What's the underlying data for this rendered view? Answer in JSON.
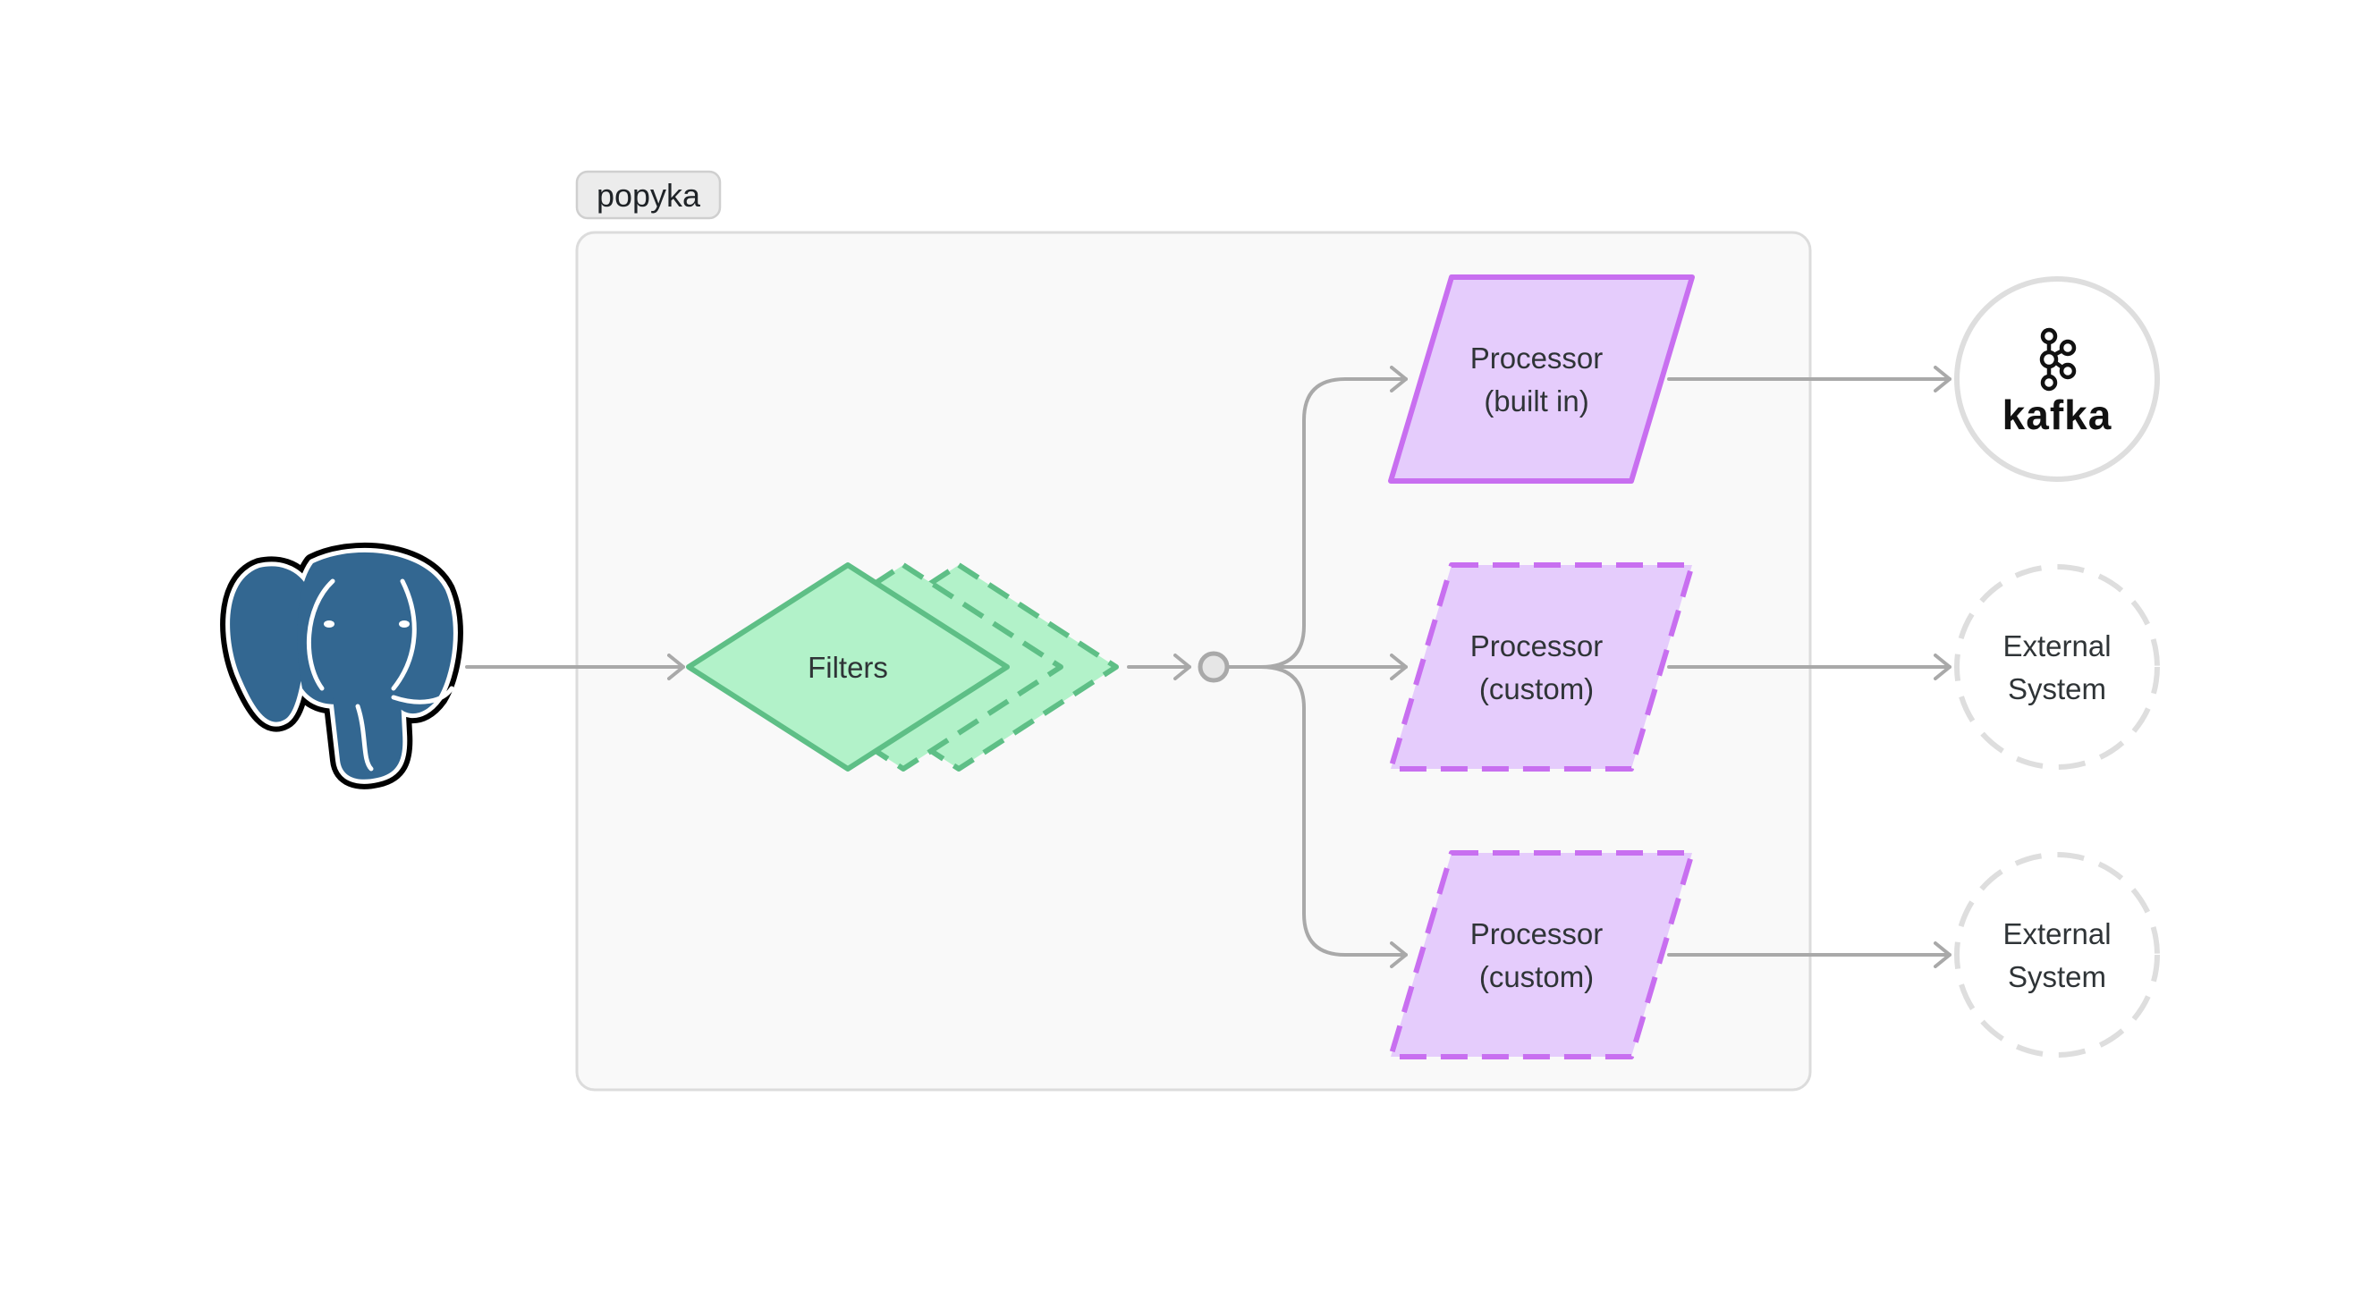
{
  "group": {
    "label": "popyka"
  },
  "source": {
    "icon": "postgresql-elephant-icon"
  },
  "filters": {
    "label": "Filters"
  },
  "processors": [
    {
      "line1": "Processor",
      "line2": "(built in)"
    },
    {
      "line1": "Processor",
      "line2": "(custom)"
    },
    {
      "line1": "Processor",
      "line2": "(custom)"
    }
  ],
  "destinations": [
    {
      "logo_text": "kafka",
      "icon": "kafka-icon"
    },
    {
      "line1": "External",
      "line2": "System"
    },
    {
      "line1": "External",
      "line2": "System"
    }
  ],
  "colors": {
    "group_fill": "#f9f9f9",
    "group_stroke": "#dcdcdc",
    "filter_fill": "#b2f2c9",
    "filter_stroke": "#5ebf86",
    "processor_fill": "#e5ccfc",
    "processor_stroke": "#c86ff0",
    "arrow": "#a9a9a9",
    "elephant_blue": "#336791"
  }
}
